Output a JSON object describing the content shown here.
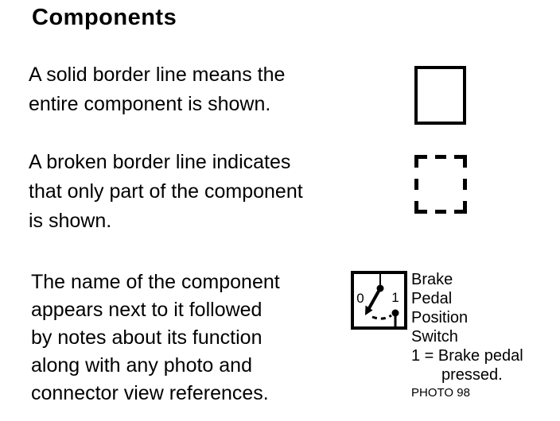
{
  "page": {
    "title": "Components",
    "background_color": "#ffffff",
    "text_color": "#000000"
  },
  "sections": {
    "solid_border": {
      "text": "A solid border line means the\nentire component is shown.",
      "symbol": "solid-border-box-icon"
    },
    "broken_border": {
      "text": "A broken border line indicates\nthat only part of the component\nis shown.",
      "symbol": "broken-border-box-icon"
    },
    "component_name": {
      "text": "The name of the component\nappears next to it followed\nby notes about its function\nalong with any photo and\nconnector view references.",
      "symbol": "switch-symbol-icon"
    }
  },
  "example": {
    "switch_position_labels": {
      "off": "0",
      "on": "1"
    },
    "component_name": "Brake\nPedal\nPosition\nSwitch",
    "note_line1": "1 = Brake pedal",
    "note_line2": "pressed.",
    "photo_reference": "PHOTO 98"
  }
}
